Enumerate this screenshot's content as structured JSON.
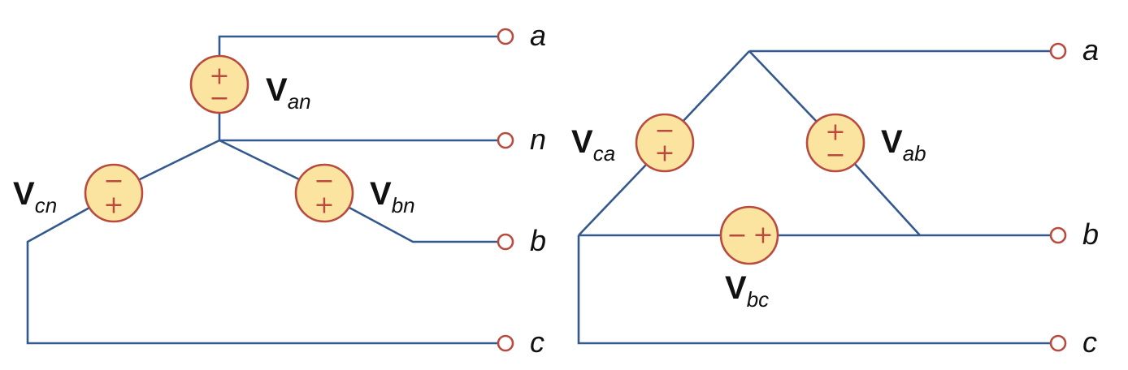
{
  "colors": {
    "wire": "#34598f",
    "source_fill": "#fbe3a0",
    "source_stroke": "#b84a3e",
    "text": "#111111"
  },
  "wye": {
    "sources": [
      {
        "symbol": "V",
        "subscript": "an",
        "top_sign": "+",
        "bottom_sign": "−"
      },
      {
        "symbol": "V",
        "subscript": "bn",
        "top_sign": "−",
        "bottom_sign": "+"
      },
      {
        "symbol": "V",
        "subscript": "cn",
        "top_sign": "−",
        "bottom_sign": "+"
      }
    ],
    "terminals": [
      "a",
      "n",
      "b",
      "c"
    ]
  },
  "delta": {
    "sources": [
      {
        "symbol": "V",
        "subscript": "ab",
        "top_sign": "+",
        "bottom_sign": "−"
      },
      {
        "symbol": "V",
        "subscript": "ca",
        "top_sign": "−",
        "bottom_sign": "+"
      },
      {
        "symbol": "V",
        "subscript": "bc",
        "left_sign": "−",
        "right_sign": "+"
      }
    ],
    "terminals": [
      "a",
      "b",
      "c"
    ]
  }
}
